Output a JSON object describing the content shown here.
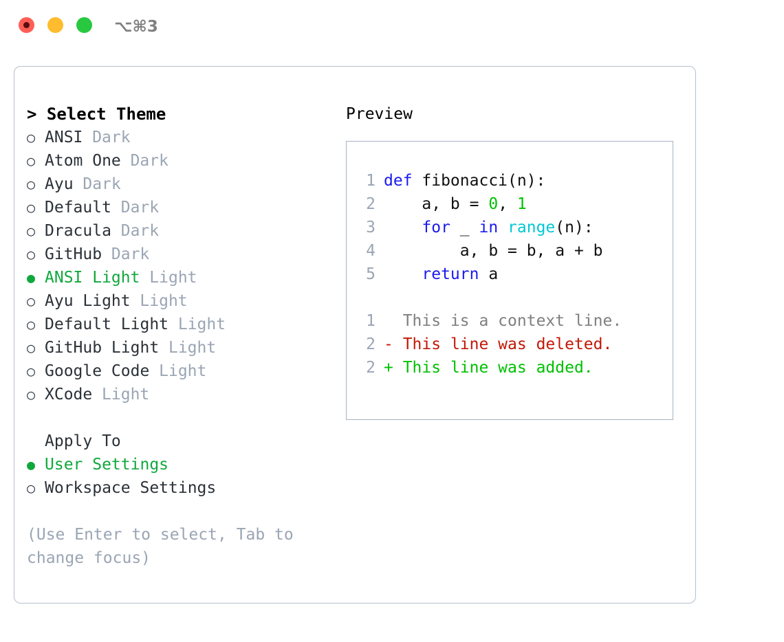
{
  "titlebar": {
    "shortcut": "⌥⌘3",
    "buttons": [
      {
        "name": "close",
        "color": "#ff5f57"
      },
      {
        "name": "minimize",
        "color": "#febc2e"
      },
      {
        "name": "maximize",
        "color": "#28c840"
      }
    ]
  },
  "theme_panel": {
    "heading": "> Select Theme",
    "items": [
      {
        "bullet": "○",
        "name": "ANSI",
        "tag": "Dark",
        "selected": false
      },
      {
        "bullet": "○",
        "name": "Atom One",
        "tag": "Dark",
        "selected": false
      },
      {
        "bullet": "○",
        "name": "Ayu",
        "tag": "Dark",
        "selected": false
      },
      {
        "bullet": "○",
        "name": "Default",
        "tag": "Dark",
        "selected": false
      },
      {
        "bullet": "○",
        "name": "Dracula",
        "tag": "Dark",
        "selected": false
      },
      {
        "bullet": "○",
        "name": "GitHub",
        "tag": "Dark",
        "selected": false
      },
      {
        "bullet": "●",
        "name": "ANSI Light",
        "tag": "Light",
        "selected": true
      },
      {
        "bullet": "○",
        "name": "Ayu Light",
        "tag": "Light",
        "selected": false
      },
      {
        "bullet": "○",
        "name": "Default Light",
        "tag": "Light",
        "selected": false
      },
      {
        "bullet": "○",
        "name": "GitHub Light",
        "tag": "Light",
        "selected": false
      },
      {
        "bullet": "○",
        "name": "Google Code",
        "tag": "Light",
        "selected": false
      },
      {
        "bullet": "○",
        "name": "XCode",
        "tag": "Light",
        "selected": false
      }
    ]
  },
  "apply_to": {
    "heading": "Apply To",
    "options": [
      {
        "bullet": "●",
        "name": "User Settings",
        "selected": true
      },
      {
        "bullet": "○",
        "name": "Workspace Settings",
        "selected": false
      }
    ]
  },
  "hint": "(Use Enter to select, Tab to change focus)",
  "preview": {
    "heading": "Preview",
    "code_lines": [
      {
        "no": "1",
        "tokens": [
          {
            "t": "def ",
            "c": "kw"
          },
          {
            "t": "fibonacci(n):",
            "c": "plain"
          }
        ]
      },
      {
        "no": "2",
        "tokens": [
          {
            "t": "    a, b = ",
            "c": "plain"
          },
          {
            "t": "0",
            "c": "num"
          },
          {
            "t": ", ",
            "c": "plain"
          },
          {
            "t": "1",
            "c": "num"
          }
        ]
      },
      {
        "no": "3",
        "tokens": [
          {
            "t": "    ",
            "c": "plain"
          },
          {
            "t": "for",
            "c": "kw"
          },
          {
            "t": " _ ",
            "c": "plain"
          },
          {
            "t": "in",
            "c": "kw"
          },
          {
            "t": " ",
            "c": "plain"
          },
          {
            "t": "range",
            "c": "fn"
          },
          {
            "t": "(n):",
            "c": "plain"
          }
        ]
      },
      {
        "no": "4",
        "tokens": [
          {
            "t": "        a, b = b, a + b",
            "c": "plain"
          }
        ]
      },
      {
        "no": "5",
        "tokens": [
          {
            "t": "    ",
            "c": "plain"
          },
          {
            "t": "return",
            "c": "kw"
          },
          {
            "t": " a",
            "c": "plain"
          }
        ]
      }
    ],
    "diff_lines": [
      {
        "no": "1",
        "marker": " ",
        "text": " This is a context line.",
        "kind": "context"
      },
      {
        "no": "2",
        "marker": "-",
        "text": " This line was deleted.",
        "kind": "deleted"
      },
      {
        "no": "2",
        "marker": "+",
        "text": " This line was added.",
        "kind": "added"
      }
    ]
  },
  "colors": {
    "accent_green": "#10a83c",
    "muted": "#9aa5b4",
    "border": "#b4bfcc",
    "keyword": "#1a1aee",
    "function": "#00c8d4",
    "number": "#00c000",
    "diff_deleted": "#c21807",
    "diff_added": "#00c000",
    "diff_context": "#7f7f7f"
  }
}
